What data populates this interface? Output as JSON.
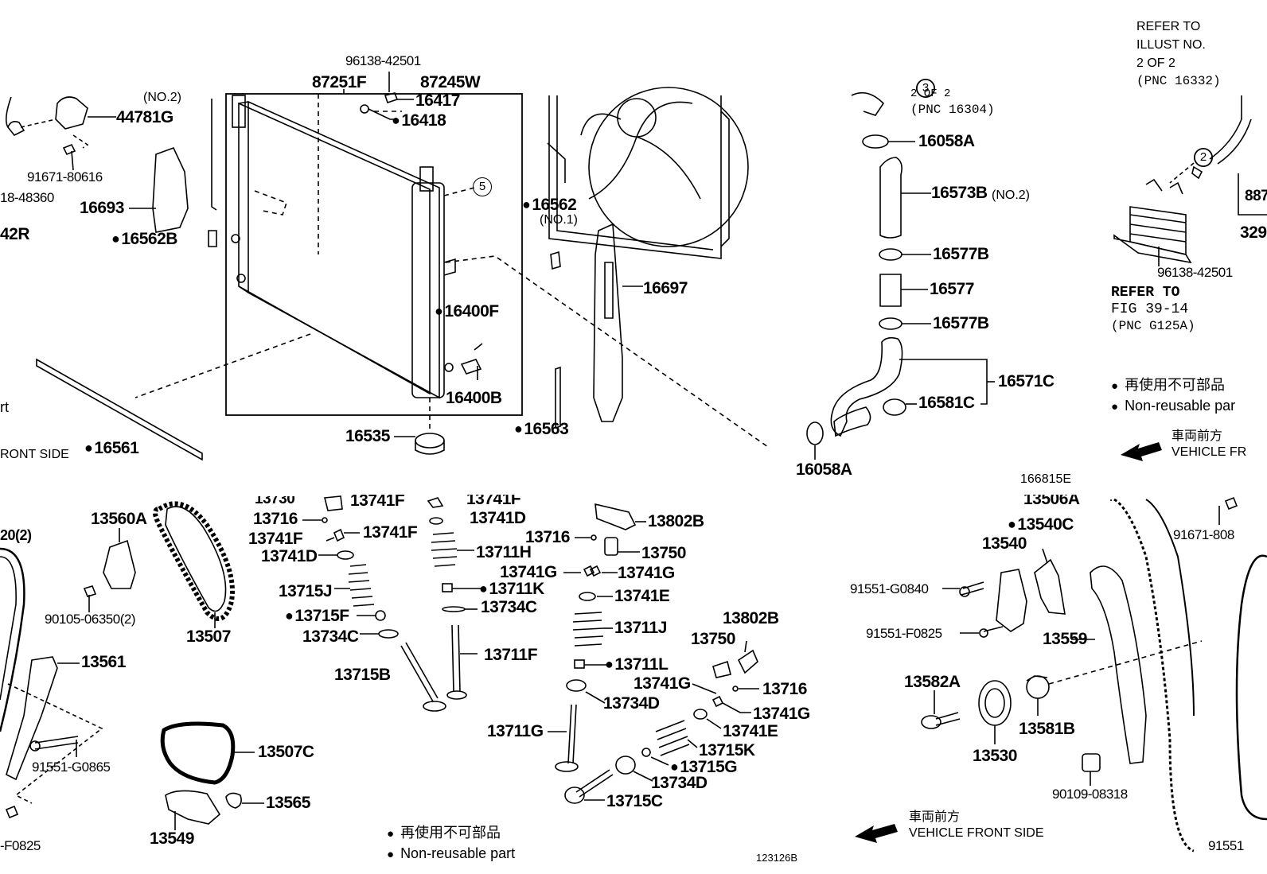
{
  "callouts": {
    "c1": "96138-42501",
    "c2": "87251F",
    "c3": "87245W",
    "c4": "16417",
    "c5": "16418",
    "c6": "44781G",
    "c7": "(NO.2)",
    "c8": "91671-80616",
    "c9": "18-48360",
    "c10": "16693",
    "c11": "42R",
    "c12": "16562B",
    "c13": "16562",
    "c14": "(NO.1)",
    "c15": "16697",
    "c16": "16400F",
    "c17": "16400B",
    "c18": "16535",
    "c19": "16563",
    "c20": "16561",
    "c21": "16058A",
    "c22": "16573B",
    "c23": "(NO.2)",
    "c24": "16577B",
    "c25": "16577",
    "c26": "16577B",
    "c27": "16571C",
    "c28": "16581C",
    "c29": "16058A",
    "c30": "887",
    "c31": "329",
    "c32": "96138-42501",
    "c33": "13560A",
    "c34": "20(2)",
    "c35": "13507",
    "c36": "90105-06350(2)",
    "c37": "13561",
    "c38": "91551-G0865",
    "c39": "13507C",
    "c40": "13565",
    "c41": "13549",
    "c42": "-F0825",
    "c43": "13716",
    "c44": "13741F",
    "c45": "13741F",
    "c46": "13741F",
    "c47": "13741F",
    "c48": "13741D",
    "c49": "13741D",
    "c50": "13715J",
    "c51": "13715F",
    "c52": "13734C",
    "c53": "13715B",
    "c54": "13711H",
    "c55": "13711K",
    "c56": "13734C",
    "c57": "13711F",
    "c58": "13716",
    "c59": "13802B",
    "c60": "13750",
    "c61": "13741G",
    "c62": "13741G",
    "c63": "13741E",
    "c64": "13711J",
    "c65": "13711L",
    "c66": "13734D",
    "c67": "13711G",
    "c68": "13802B",
    "c69": "13750",
    "c70": "13741G",
    "c71": "13716",
    "c72": "13741G",
    "c73": "13741E",
    "c74": "13715K",
    "c75": "13715G",
    "c76": "13734D",
    "c77": "13715C",
    "c78": "13506A",
    "c79": "13540C",
    "c80": "13540",
    "c81": "91551-G0840",
    "c82": "91551-F0825",
    "c83": "13559",
    "c84": "13582A",
    "c85": "13530",
    "c86": "13581B",
    "c87": "90109-08318",
    "c88": "91671-808",
    "c89": "91551",
    "c90": "13730"
  },
  "notes": {
    "refer_illust": [
      "REFER TO",
      "ILLUST NO.",
      "2 OF 2",
      "(PNC 16332)"
    ],
    "refer_16304": [
      "2 OF 2",
      "(PNC 16304)"
    ],
    "refer_fig": [
      "REFER TO",
      "FIG 39-14",
      "(PNC G125A)"
    ]
  },
  "legend_top": [
    "再使用不可部品",
    "Non-reusable par"
  ],
  "legend_bottom": [
    "再使用不可部品",
    "Non-reusable part"
  ],
  "vehicle_front_top": [
    "車両前方",
    "VEHICLE FR"
  ],
  "vehicle_front_bottom": [
    "車両前方",
    "VEHICLE FRONT SIDE"
  ],
  "front_side_fragment": "RONT SIDE",
  "fragment_t": "rt",
  "markers": {
    "m2": "2",
    "m3": "3",
    "m5": "5"
  },
  "diagram_codes": {
    "top": "166815E",
    "bottom": "123126B"
  }
}
